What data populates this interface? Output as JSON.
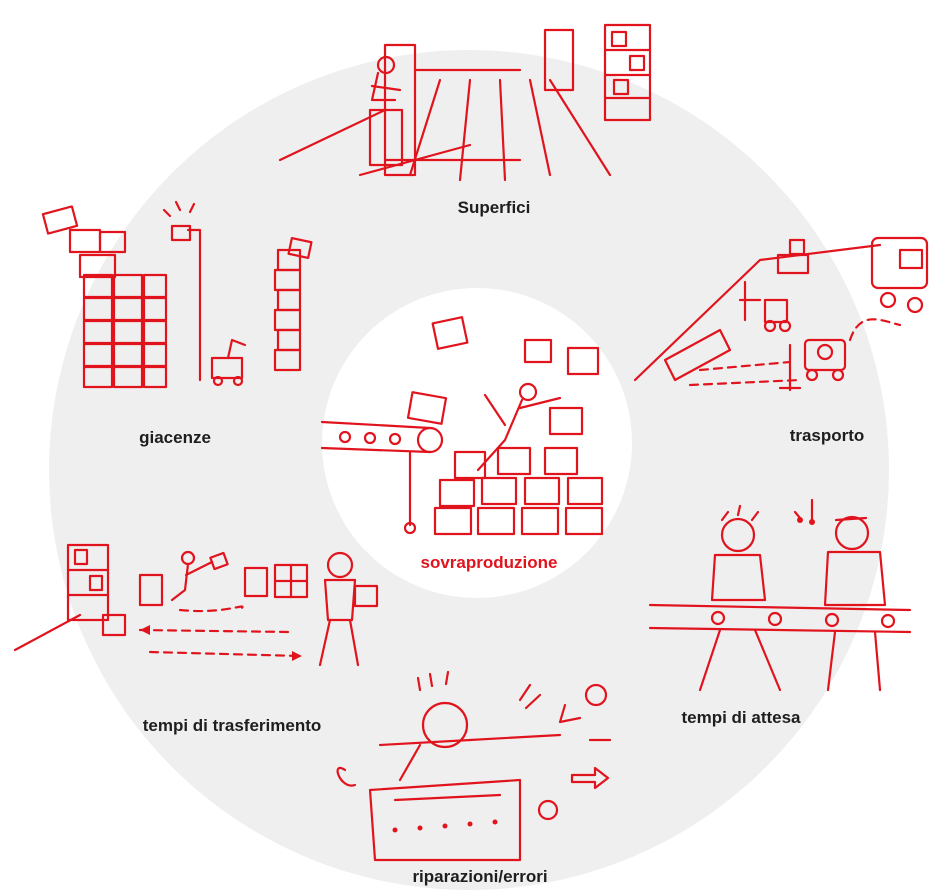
{
  "colors": {
    "accent": "#e1141e",
    "ring": "#efefef",
    "text": "#1e1e1e",
    "background": "#ffffff"
  },
  "center": {
    "label": "sovraproduzione"
  },
  "segments": [
    {
      "id": "superfici",
      "label": "Superfici"
    },
    {
      "id": "trasporto",
      "label": "trasporto"
    },
    {
      "id": "tempi-di-attesa",
      "label": "tempi di attesa"
    },
    {
      "id": "riparazioni-errori",
      "label": "riparazioni/errori"
    },
    {
      "id": "tempi-di-trasferimento",
      "label": "tempi di trasferimento"
    },
    {
      "id": "giacenze",
      "label": "giacenze"
    }
  ]
}
